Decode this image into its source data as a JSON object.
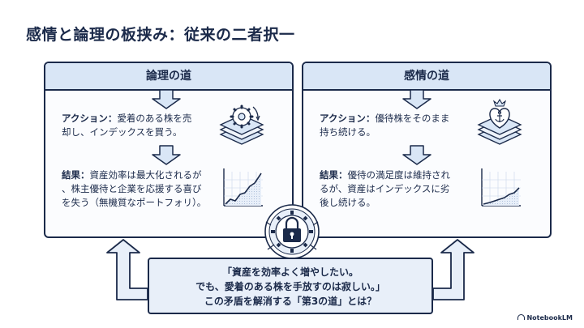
{
  "title": "感情と論理の板挟み：従来の二者択一",
  "left_panel": {
    "heading": "論理の道",
    "action_label": "アクション：",
    "action_line1": "愛着のある株を売",
    "action_line2": "却し、インデックスを買う。",
    "result_label": "結果：",
    "result_line1": "資産効率は最大化されるが",
    "result_line2": "、株主優待と企業を応援する喜び",
    "result_line3": "を失う（無機質なポートフォリ）。",
    "icons": [
      "gear-layers-icon",
      "rising-chart-icon"
    ]
  },
  "right_panel": {
    "heading": "感情の道",
    "action_label": "アクション：",
    "action_line1": "優待株をそのまま",
    "action_line2": "持ち続ける。",
    "result_label": "結果：",
    "result_line1": "優待の満足度は維持され",
    "result_line2": "るが、資産はインデックスに劣",
    "result_line3": "後し続ける。",
    "icons": [
      "heart-crown-layers-icon",
      "flat-chart-icon"
    ]
  },
  "center_icon": "locked-gear-icon",
  "bottom": {
    "line1": "「資産を効率よく増やしたい。",
    "line2": "でも、愛着のある株を手放すのは寂しい。」",
    "line3": "この矛盾を解消する「第3の道」とは？"
  },
  "brand": "NotebookLM",
  "colors": {
    "navy": "#1b2a4a",
    "light_blue": "#d9e6f6",
    "pale_blue": "#e8eff9"
  }
}
